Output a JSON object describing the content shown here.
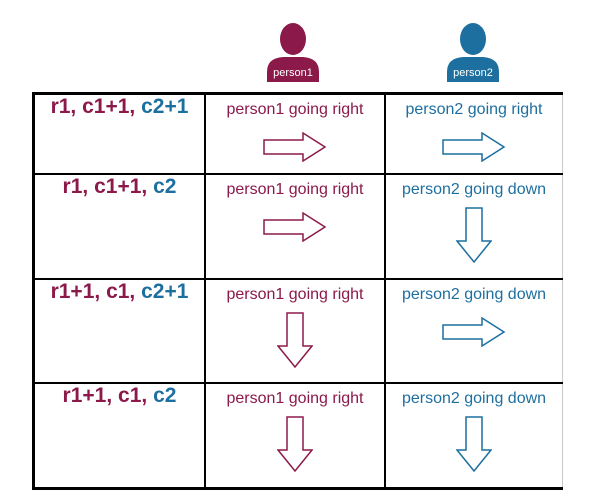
{
  "people": [
    {
      "label": "person1",
      "color": "#8b1a4a"
    },
    {
      "label": "person2",
      "color": "#1d6f9f"
    }
  ],
  "colors": {
    "person1": "#8b1a4a",
    "person2": "#1d6f9f",
    "grid": "#000000"
  },
  "rows": [
    {
      "r": "r1",
      "c1": "c1+1",
      "c2": "c2+1",
      "p1_text": "person1 going right",
      "p1_dir": "right",
      "p2_text": "person2 going right",
      "p2_dir": "right"
    },
    {
      "r": "r1",
      "c1": "c1+1",
      "c2": "c2",
      "p1_text": "person1 going right",
      "p1_dir": "right",
      "p2_text": "person2 going down",
      "p2_dir": "down"
    },
    {
      "r": "r1+1",
      "c1": "c1",
      "c2": "c2+1",
      "p1_text": "person1 going right",
      "p1_dir": "down",
      "p2_text": "person2 going down",
      "p2_dir": "right"
    },
    {
      "r": "r1+1",
      "c1": "c1",
      "c2": "c2",
      "p1_text": "person1 going right",
      "p1_dir": "down",
      "p2_text": "person2 going down",
      "p2_dir": "down"
    }
  ],
  "separator": ","
}
